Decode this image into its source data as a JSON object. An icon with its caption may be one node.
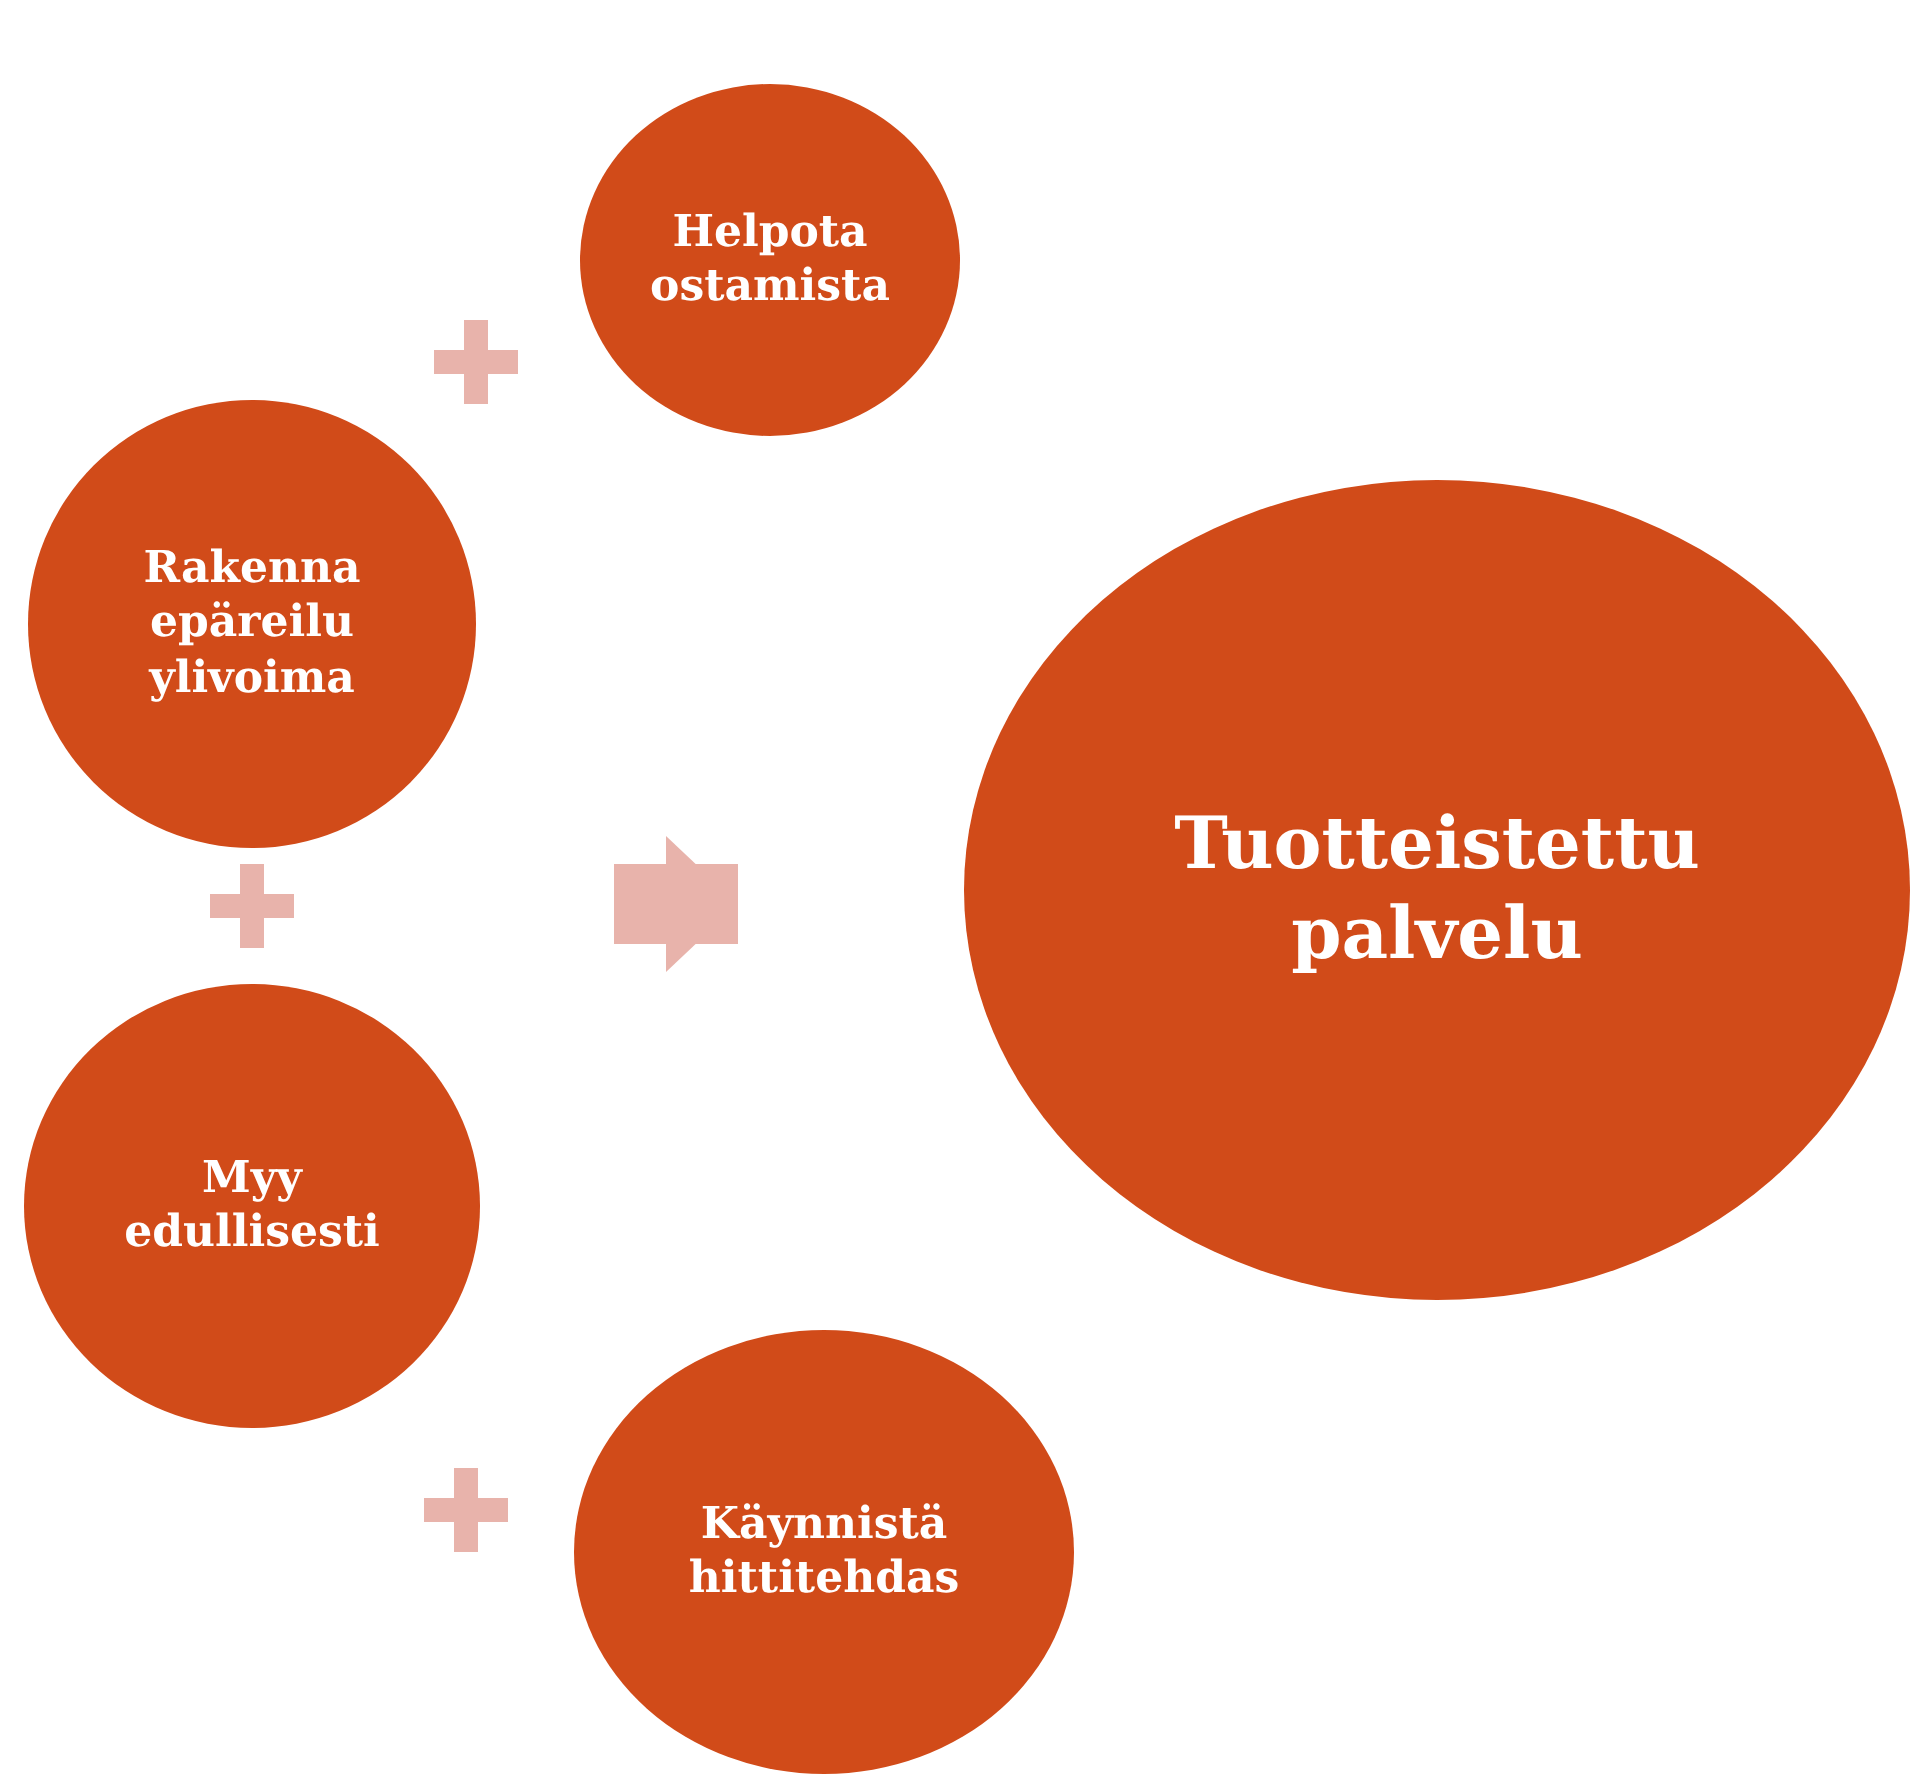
{
  "diagram": {
    "nodes": [
      {
        "text": [
          "Helpota ostamista"
        ]
      },
      {
        "text": [
          "Rakenna epäreilu ylivoima"
        ]
      },
      {
        "text": [
          "Myy edullisesti"
        ]
      },
      {
        "text": [
          "Käynnistä hittitehdas"
        ]
      },
      {
        "text": [
          "Tuotteistettu palvelu"
        ]
      }
    ],
    "edges": [
      {
        "from": null,
        "to": 4,
        "arrow": "to"
      }
    ]
  }
}
